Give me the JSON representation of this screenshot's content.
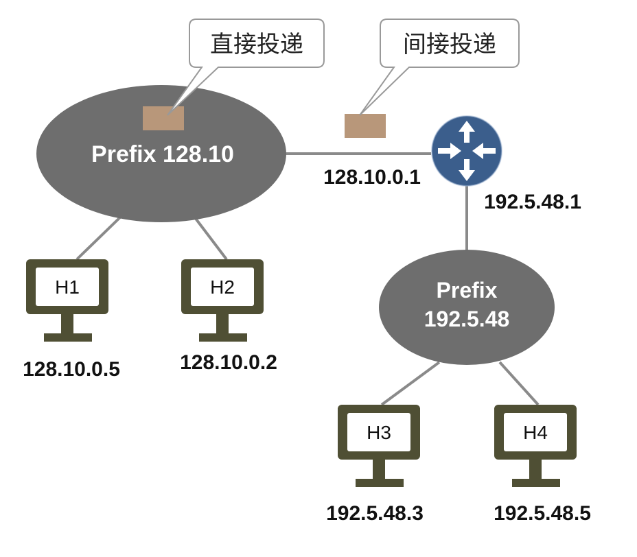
{
  "colors": {
    "network": "#6e6e6e",
    "link": "#8a8a8a",
    "host_frame": "#4f4f34",
    "router": "#3b5e8c",
    "packet": "#b8977a",
    "callout_border": "#999999"
  },
  "callouts": {
    "direct": "直接投递",
    "indirect": "间接投递"
  },
  "networks": {
    "left": {
      "label": "Prefix 128.10"
    },
    "right": {
      "line1": "Prefix",
      "line2": "192.5.48"
    }
  },
  "router": {
    "icon": "router-icon",
    "left_ip": "128.10.0.1",
    "right_ip": "192.5.48.1"
  },
  "hosts": [
    {
      "name": "H1",
      "ip": "128.10.0.5",
      "icon": "monitor-icon"
    },
    {
      "name": "H2",
      "ip": "128.10.0.2",
      "icon": "monitor-icon"
    },
    {
      "name": "H3",
      "ip": "192.5.48.3",
      "icon": "monitor-icon"
    },
    {
      "name": "H4",
      "ip": "192.5.48.5",
      "icon": "monitor-icon"
    }
  ]
}
